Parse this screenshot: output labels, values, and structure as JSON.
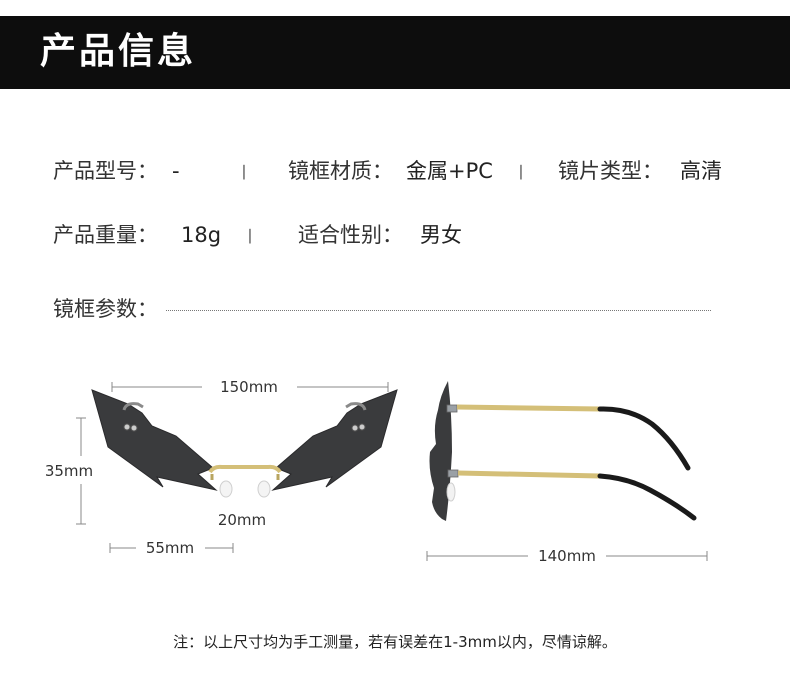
{
  "header": {
    "title": "产品信息"
  },
  "specs": {
    "model_label": "产品型号：",
    "model_value": "-",
    "frame_material_label": "镜框材质：",
    "frame_material_value": "金属+PC",
    "lens_type_label": "镜片类型：",
    "lens_type_value": "高清",
    "weight_label": "产品重量：",
    "weight_value": "18g",
    "gender_label": "适合性别：",
    "gender_value": "男女",
    "separator": "丨",
    "frame_params_label": "镜框参数："
  },
  "dimensions": {
    "total_width": "150mm",
    "lens_height": "35mm",
    "bridge_width": "20mm",
    "lens_width": "55mm",
    "temple_length": "140mm"
  },
  "colors": {
    "header_bg": "#0d0d0d",
    "lens": "#3a3b3d",
    "metal": "#d4bf78",
    "temple_tip": "#1a1a1a"
  },
  "note": "注：以上尺寸均为手工测量，若有误差在1-3mm以内，尽情谅解。"
}
